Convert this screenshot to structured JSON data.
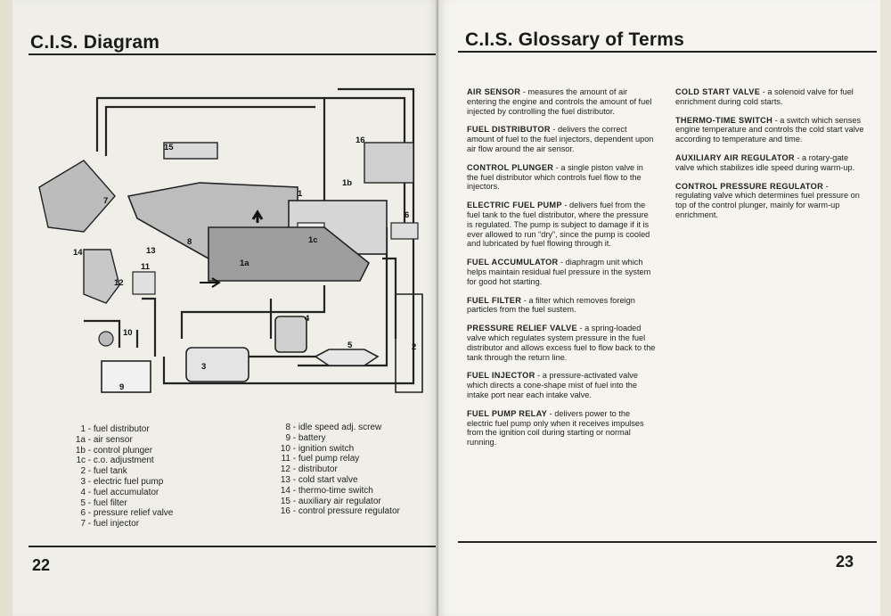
{
  "left_page": {
    "title": "C.I.S. Diagram",
    "page_number": "22",
    "diagram_labels": [
      "15",
      "16",
      "1",
      "1b",
      "6",
      "7",
      "8",
      "14",
      "13",
      "1a",
      "1c",
      "11",
      "12",
      "10",
      "9",
      "3",
      "4",
      "5",
      "2"
    ],
    "legend_col1": [
      {
        "key": "1",
        "text": "fuel distributor"
      },
      {
        "key": "1a",
        "text": "air sensor"
      },
      {
        "key": "1b",
        "text": "control plunger"
      },
      {
        "key": "1c",
        "text": "c.o. adjustment"
      },
      {
        "key": "2",
        "text": "fuel tank"
      },
      {
        "key": "3",
        "text": "electric fuel pump"
      },
      {
        "key": "4",
        "text": "fuel accumulator"
      },
      {
        "key": "5",
        "text": "fuel filter"
      },
      {
        "key": "6",
        "text": "pressure relief valve"
      },
      {
        "key": "7",
        "text": "fuel injector"
      }
    ],
    "legend_col2": [
      {
        "key": "8",
        "text": "idle speed adj. screw"
      },
      {
        "key": "9",
        "text": "battery"
      },
      {
        "key": "10",
        "text": "ignition switch"
      },
      {
        "key": "11",
        "text": "fuel pump relay"
      },
      {
        "key": "12",
        "text": "distributor"
      },
      {
        "key": "13",
        "text": "cold start valve"
      },
      {
        "key": "14",
        "text": "thermo-time switch"
      },
      {
        "key": "15",
        "text": "auxiliary air regulator"
      },
      {
        "key": "16",
        "text": "control pressure regulator"
      }
    ]
  },
  "right_page": {
    "title": "C.I.S. Glossary of Terms",
    "page_number": "23",
    "glossary_col1": [
      {
        "term": "AIR SENSOR",
        "definition": "measures the amount of air entering the engine and controls the amount of fuel injected by controlling the fuel distributor."
      },
      {
        "term": "FUEL DISTRIBUTOR",
        "definition": "delivers the correct amount of fuel to the fuel injectors, dependent upon air flow around the air sensor."
      },
      {
        "term": "CONTROL PLUNGER",
        "definition": "a single piston valve in the fuel distributor which controls fuel flow to the injectors."
      },
      {
        "term": "ELECTRIC FUEL PUMP",
        "definition": "delivers fuel from the fuel tank to the fuel distributor, where the pressure is regulated. The pump is subject to damage if it is ever allowed to run “dry”, since the pump is cooled and lubricated by fuel flowing through it."
      },
      {
        "term": "FUEL ACCUMULATOR",
        "definition": "diaphragm unit which helps maintain residual fuel pressure in the system for good hot starting."
      },
      {
        "term": "FUEL FILTER",
        "definition": "a filter which removes foreign particles from the fuel sustem."
      },
      {
        "term": "PRESSURE RELIEF VALVE",
        "definition": "a spring-loaded valve which regulates system pressure in the fuel distributor and allows excess fuel to flow back to the tank through the return line."
      },
      {
        "term": "FUEL INJECTOR",
        "definition": "a pressure-activated valve which directs a cone-shape mist of fuel into the intake port near each intake valve."
      },
      {
        "term": "FUEL PUMP RELAY",
        "definition": "delivers power to the electric fuel pump only when it receives impulses from the ignition coil during starting or normal running."
      }
    ],
    "glossary_col2": [
      {
        "term": "COLD START VALVE",
        "definition": "a solenoid valve for fuel enrichment during cold starts."
      },
      {
        "term": "THERMO-TIME SWITCH",
        "definition": "a switch which senses engine temperature and controls the cold start valve according to temperature and time."
      },
      {
        "term": "AUXILIARY AIR REGULATOR",
        "definition": "a rotary-gate valve which stabilizes idle speed during warm-up."
      },
      {
        "term": "CONTROL PRESSURE REGULATOR",
        "definition": "regulating valve which determines fuel pressure on top of the control plunger, mainly for warm-up enrichment."
      }
    ]
  }
}
